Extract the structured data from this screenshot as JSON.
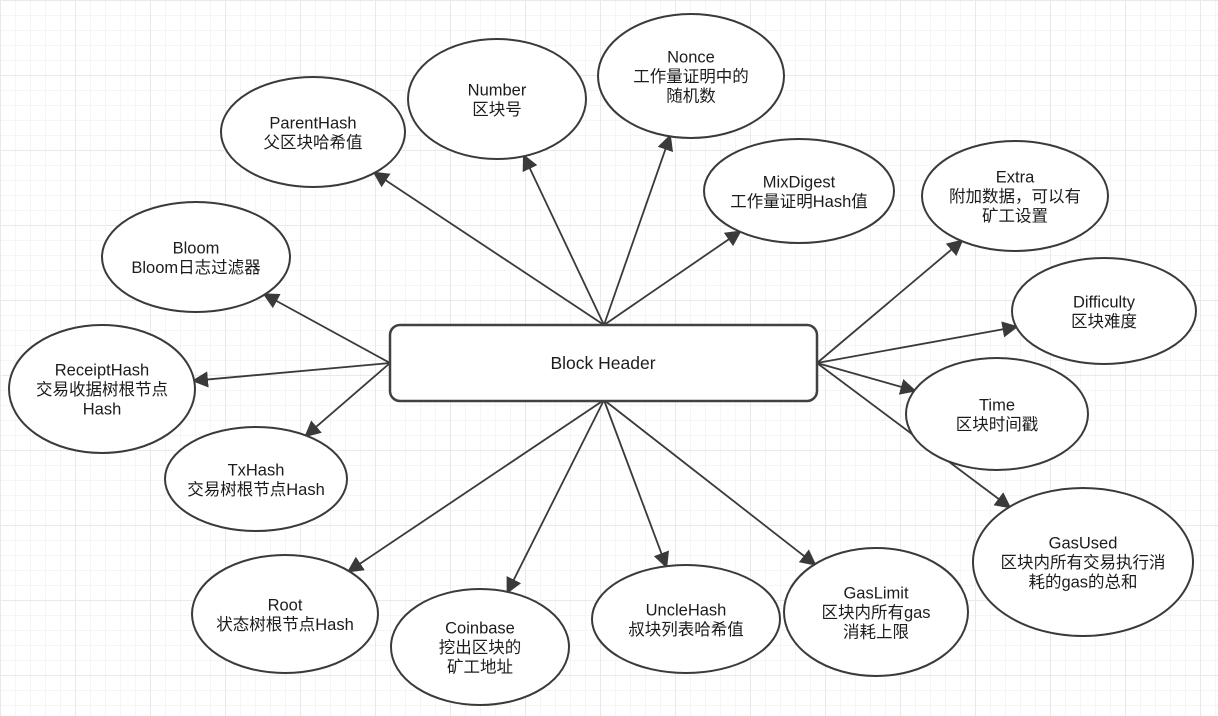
{
  "diagram": {
    "center": {
      "title": "Block Header"
    },
    "nodes": [
      {
        "id": "parenthash",
        "lines": [
          "ParentHash",
          "父区块哈希值"
        ]
      },
      {
        "id": "number",
        "lines": [
          "Number",
          "区块号"
        ]
      },
      {
        "id": "nonce",
        "lines": [
          "Nonce",
          "工作量证明中的",
          "随机数"
        ]
      },
      {
        "id": "mixdigest",
        "lines": [
          "MixDigest",
          "工作量证明Hash值"
        ]
      },
      {
        "id": "extra",
        "lines": [
          "Extra",
          "附加数据，可以有",
          "矿工设置"
        ]
      },
      {
        "id": "difficulty",
        "lines": [
          "Difficulty",
          "区块难度"
        ]
      },
      {
        "id": "time",
        "lines": [
          "Time",
          "区块时间戳"
        ]
      },
      {
        "id": "gasused",
        "lines": [
          "GasUsed",
          "区块内所有交易执行消",
          "耗的gas的总和"
        ]
      },
      {
        "id": "gaslimit",
        "lines": [
          "GasLimit",
          "区块内所有gas",
          "消耗上限"
        ]
      },
      {
        "id": "unclehash",
        "lines": [
          "UncleHash",
          "叔块列表哈希值"
        ]
      },
      {
        "id": "coinbase",
        "lines": [
          "Coinbase",
          "挖出区块的",
          "矿工地址"
        ]
      },
      {
        "id": "root",
        "lines": [
          "Root",
          "状态树根节点Hash"
        ]
      },
      {
        "id": "txhash",
        "lines": [
          "TxHash",
          "交易树根节点Hash"
        ]
      },
      {
        "id": "receipthash",
        "lines": [
          "ReceiptHash",
          "交易收据树根节点",
          "Hash"
        ]
      },
      {
        "id": "bloom",
        "lines": [
          "Bloom",
          "Bloom日志过滤器"
        ]
      }
    ],
    "colors": {
      "stroke": "#3a3a3a",
      "text": "#1c1c1c",
      "node_fill": "#ffffff"
    }
  }
}
